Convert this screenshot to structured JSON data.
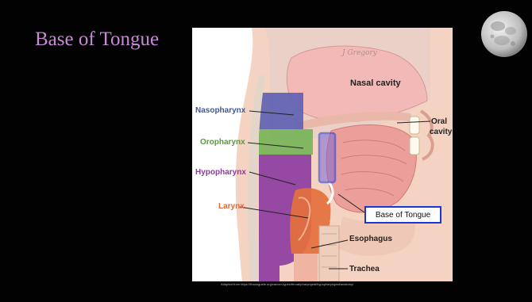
{
  "slide": {
    "title": "Base of Tongue",
    "credit": "Adapted from https://thanoguide.org/cancer-types/throat/pharyngeal/hypopharyngeal/anatomy/"
  },
  "diagram": {
    "signature": "J Gregory",
    "labels": {
      "nasal_cavity": "Nasal cavity",
      "nasopharynx": "Nasopharynx",
      "oropharynx": "Oropharynx",
      "hypopharynx": "Hypopharynx",
      "larynx": "Larynx",
      "oral_cavity_line1": "Oral",
      "oral_cavity_line2": "cavity",
      "esophagus": "Esophagus",
      "trachea": "Trachea"
    },
    "callout": "Base of Tongue"
  },
  "colors": {
    "background": "#020202",
    "title": "#c78ad6",
    "nasopharynx": "#3d58a8",
    "oropharynx": "#6aa84f",
    "hypopharynx": "#8e3aa0",
    "larynx": "#e2683a",
    "highlight": "#1a36d6"
  }
}
